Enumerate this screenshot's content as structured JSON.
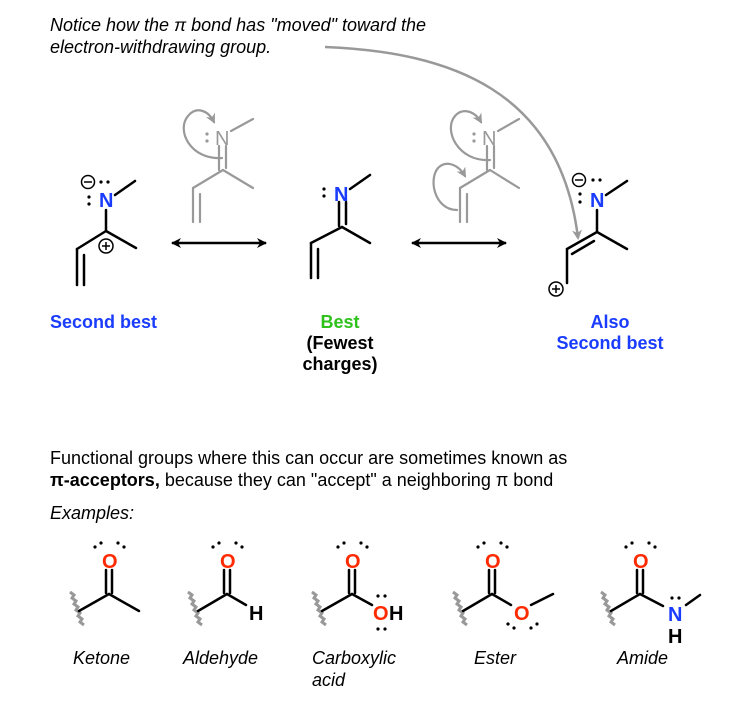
{
  "note": {
    "line1": "Notice how the π bond has \"moved\" toward the",
    "line2": "electron-withdrawing group."
  },
  "resonance": {
    "structures": [
      {
        "id": "left",
        "label_lines": [
          "Second best"
        ],
        "label_color": "#1a3cff",
        "charges": [
          "minus on N",
          "plus on C"
        ]
      },
      {
        "id": "center",
        "label_lines": [
          "Best"
        ],
        "sublabel_lines": [
          "(Fewest",
          "charges)"
        ],
        "label_color": "#2fc21d",
        "charges": []
      },
      {
        "id": "right",
        "label_lines": [
          "Also",
          "Second best"
        ],
        "label_color": "#1a3cff",
        "charges": [
          "minus on N",
          "plus on terminal C"
        ]
      }
    ],
    "atoms": {
      "nitrogen": "N",
      "lone_pair": ":"
    },
    "arrow_type": "resonance-double-headed",
    "colors": {
      "nitrogen": "#1a3cff",
      "oxygen": "#ff2a00",
      "faded": "#999999",
      "bond": "#000000"
    }
  },
  "paragraph": {
    "line1": "Functional groups where this can occur are sometimes known as",
    "line2_bold": "π-acceptors,",
    "line2_rest": " because they can \"accept\" a neighboring π bond"
  },
  "examples": {
    "heading": "Examples:",
    "groups": [
      {
        "name": "Ketone",
        "name_lines": [
          "Ketone"
        ],
        "atoms": [
          "O"
        ]
      },
      {
        "name": "Aldehyde",
        "name_lines": [
          "Aldehyde"
        ],
        "atoms": [
          "O",
          "H"
        ]
      },
      {
        "name": "Carboxylic acid",
        "name_lines": [
          "Carboxylic",
          "acid"
        ],
        "atoms": [
          "O",
          "OH"
        ]
      },
      {
        "name": "Ester",
        "name_lines": [
          "Ester"
        ],
        "atoms": [
          "O",
          "O"
        ]
      },
      {
        "name": "Amide",
        "name_lines": [
          "Amide"
        ],
        "atoms": [
          "O",
          "N",
          "H"
        ]
      }
    ],
    "atom_labels": {
      "O": "O",
      "H": "H",
      "N": "N"
    }
  }
}
